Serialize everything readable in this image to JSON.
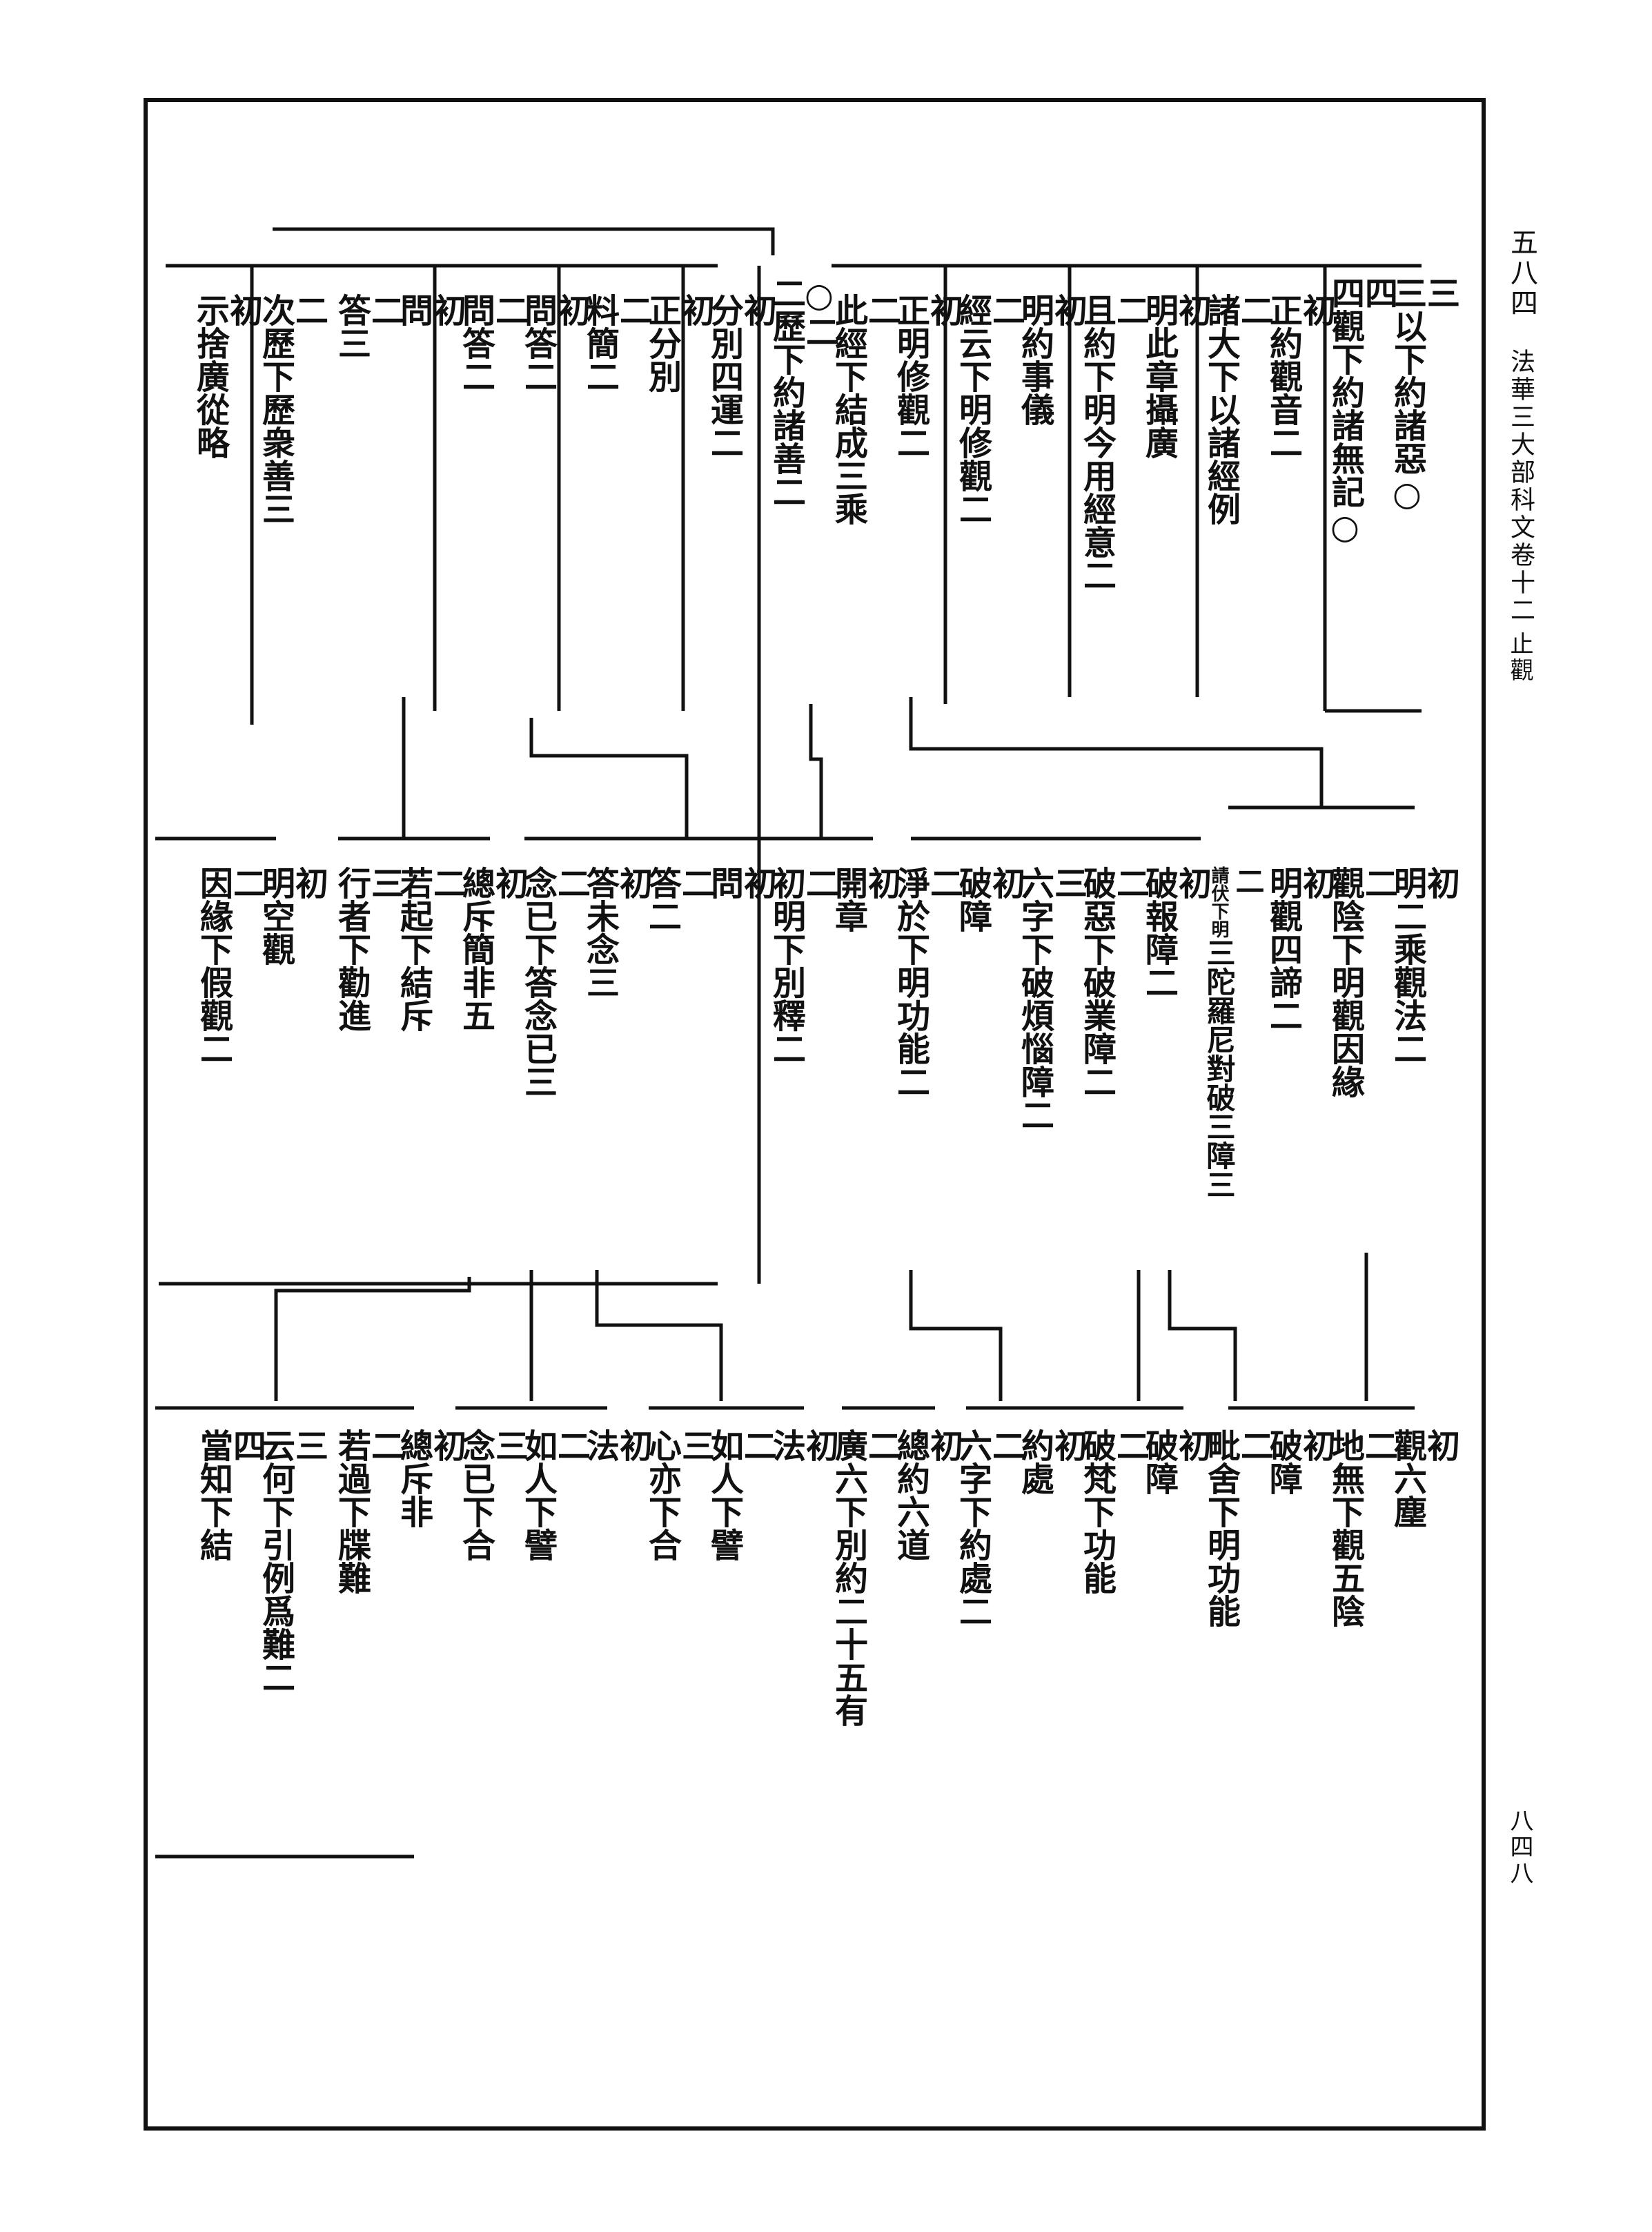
{
  "margin": {
    "page_no": "五八四",
    "book_title": "法華三大部科文卷十二",
    "section": "止觀",
    "folio": "八四八"
  },
  "tier1": [
    {
      "n": "三",
      "t": "三以下約諸惡○"
    },
    {
      "n": "四",
      "t": "四觀下約諸無記○"
    },
    {
      "n": "初",
      "t": "正約觀音二"
    },
    {
      "n": "二",
      "t": "諸大下以諸經例"
    },
    {
      "n": "初",
      "t": "明此章攝廣"
    },
    {
      "n": "二",
      "t": "且約下明今用經意二"
    },
    {
      "n": "初",
      "t": "明約事儀"
    },
    {
      "n": "二",
      "t": "經云下明修觀二"
    },
    {
      "n": "初",
      "t": "正明修觀二"
    },
    {
      "n": "二",
      "t": "此經下結成三乘"
    },
    {
      "n": "○二",
      "t": "二歷下約諸善二"
    },
    {
      "n": "初",
      "t": "分別四運二"
    },
    {
      "n": "初",
      "t": "正分別"
    },
    {
      "n": "二",
      "t": "料簡二"
    },
    {
      "n": "初",
      "t": "問答二"
    },
    {
      "n": "二",
      "t": "問答二"
    },
    {
      "n": "初",
      "t": "問"
    },
    {
      "n": "二",
      "t": "答三"
    },
    {
      "n": "二",
      "t": "次歷下歷衆善三"
    },
    {
      "n": "初",
      "t": "示捨廣從略"
    }
  ],
  "tier2": [
    {
      "n": "初",
      "t": "明二乘觀法二"
    },
    {
      "n": "二",
      "t": "觀陰下明觀因緣"
    },
    {
      "n": "初",
      "t": "明觀四諦二"
    },
    {
      "n": "二",
      "t": "三陀羅尼對破三障三",
      "note": "請伏下明"
    },
    {
      "n": "初",
      "t": "破報障二"
    },
    {
      "n": "二",
      "t": "破惡下破業障二"
    },
    {
      "n": "三",
      "t": "六字下破煩惱障二"
    },
    {
      "n": "初",
      "t": "破障"
    },
    {
      "n": "二",
      "t": "淨於下明功能二"
    },
    {
      "n": "初",
      "t": "開章"
    },
    {
      "n": "二",
      "t": "初明下別釋二"
    },
    {
      "n": "初",
      "t": "問"
    },
    {
      "n": "二",
      "t": "答二"
    },
    {
      "n": "初",
      "t": "答未念三"
    },
    {
      "n": "二",
      "t": "念已下答念已三"
    },
    {
      "n": "初",
      "t": "總斥簡非五"
    },
    {
      "n": "二",
      "t": "若起下結斥"
    },
    {
      "n": "三",
      "t": "行者下勸進"
    },
    {
      "n": "初",
      "t": "明空觀"
    },
    {
      "n": "二",
      "t": "因緣下假觀二"
    }
  ],
  "tier3": [
    {
      "n": "初",
      "t": "觀六塵"
    },
    {
      "n": "二",
      "t": "地無下觀五陰"
    },
    {
      "n": "初",
      "t": "破障"
    },
    {
      "n": "二",
      "t": "毗舍下明功能"
    },
    {
      "n": "初",
      "t": "破障"
    },
    {
      "n": "二",
      "t": "破梵下功能"
    },
    {
      "n": "初",
      "t": "約處"
    },
    {
      "n": "二",
      "t": "六字下約處二"
    },
    {
      "n": "初",
      "t": "總約六道"
    },
    {
      "n": "二",
      "t": "廣六下別約二十五有"
    },
    {
      "n": "初",
      "t": "法"
    },
    {
      "n": "二",
      "t": "如人下譬"
    },
    {
      "n": "三",
      "t": "心亦下合"
    },
    {
      "n": "初",
      "t": "法"
    },
    {
      "n": "二",
      "t": "如人下譬"
    },
    {
      "n": "三",
      "t": "念已下合"
    },
    {
      "n": "初",
      "t": "總斥非"
    },
    {
      "n": "二",
      "t": "若過下牒難"
    },
    {
      "n": "三",
      "t": "云何下引例爲難二"
    },
    {
      "n": "四",
      "t": "當知下結"
    }
  ]
}
